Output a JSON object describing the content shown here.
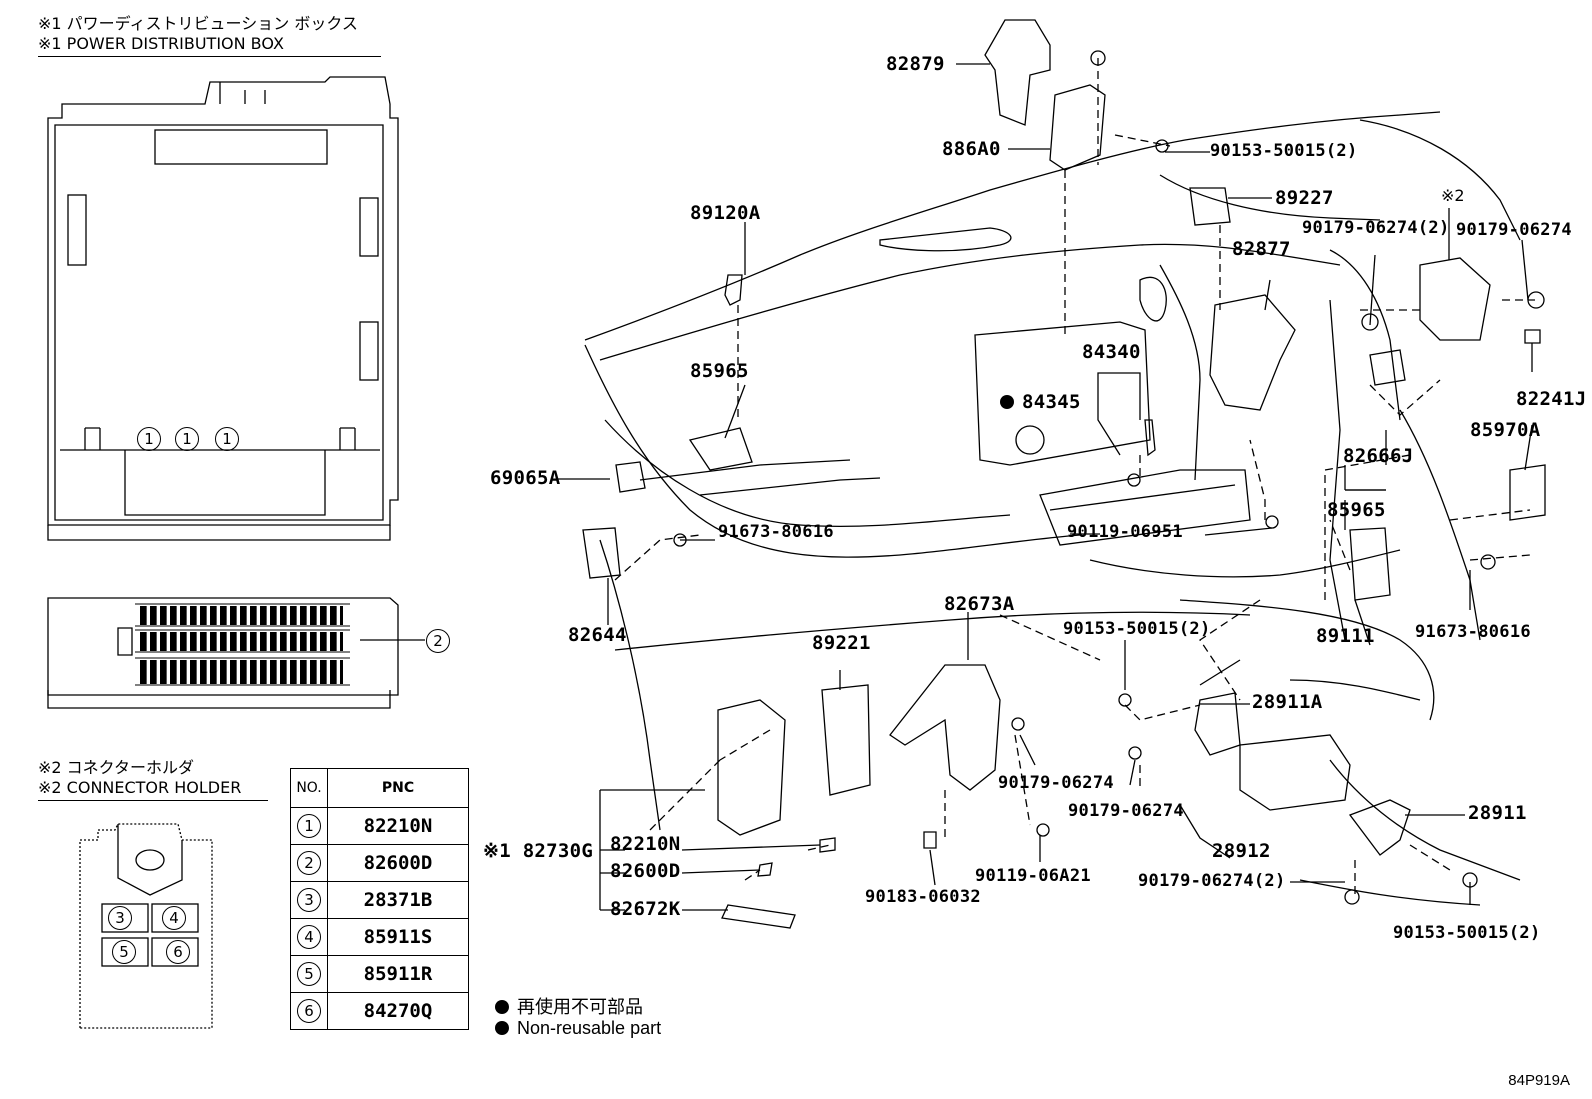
{
  "headers": {
    "pdb_jp": "※1 パワーディストリビューション ボックス",
    "pdb_en": "※1 POWER DISTRIBUTION BOX",
    "ch_jp": "※2 コネクターホルダ",
    "ch_en": "※2 CONNECTOR HOLDER"
  },
  "table": {
    "col_no": "NO.",
    "col_pnc": "PNC",
    "rows": [
      {
        "no": "1",
        "pnc": "82210N"
      },
      {
        "no": "2",
        "pnc": "82600D"
      },
      {
        "no": "3",
        "pnc": "28371B"
      },
      {
        "no": "4",
        "pnc": "85911S"
      },
      {
        "no": "5",
        "pnc": "85911R"
      },
      {
        "no": "6",
        "pnc": "84270Q"
      }
    ]
  },
  "legend": {
    "jp": "再使用不可部品",
    "en": "Non-reusable part"
  },
  "diagram_code": "84P919A",
  "callouts": {
    "c1": "1",
    "c2": "2",
    "c3": "3",
    "c4": "4",
    "c5": "5",
    "c6": "6",
    "note2": "※2"
  },
  "labels": {
    "p82879": "82879",
    "p886A0": "886A0",
    "p90153_top": "90153-50015(2)",
    "p89227": "89227",
    "p89120A": "89120A",
    "p90179_a": "90179-06274(2)",
    "p90179_b": "90179-06274",
    "p82877": "82877",
    "p84340": "84340",
    "p84345": "84345",
    "p85965_a": "85965",
    "p82241J": "82241J",
    "p85970A": "85970A",
    "p82666J": "82666J",
    "p69065A": "69065A",
    "p85965_b": "85965",
    "p91673_a": "91673-80616",
    "p90119_a": "90119-06951",
    "p82644": "82644",
    "p82673A": "82673A",
    "p90153_mid": "90153-50015(2)",
    "p89111": "89111",
    "p91673_b": "91673-80616",
    "p89221": "89221",
    "p28911A": "28911A",
    "p90179_c": "90179-06274",
    "p90179_d": "90179-06274",
    "p28911": "28911",
    "p82730G": "※1 82730G",
    "p82210N": "82210N",
    "p82600D": "82600D",
    "p82672K": "82672K",
    "p28912": "28912",
    "p90119_b": "90119-06A21",
    "p90183": "90183-06032",
    "p90179_e": "90179-06274(2)",
    "p90153_bot": "90153-50015(2)"
  }
}
